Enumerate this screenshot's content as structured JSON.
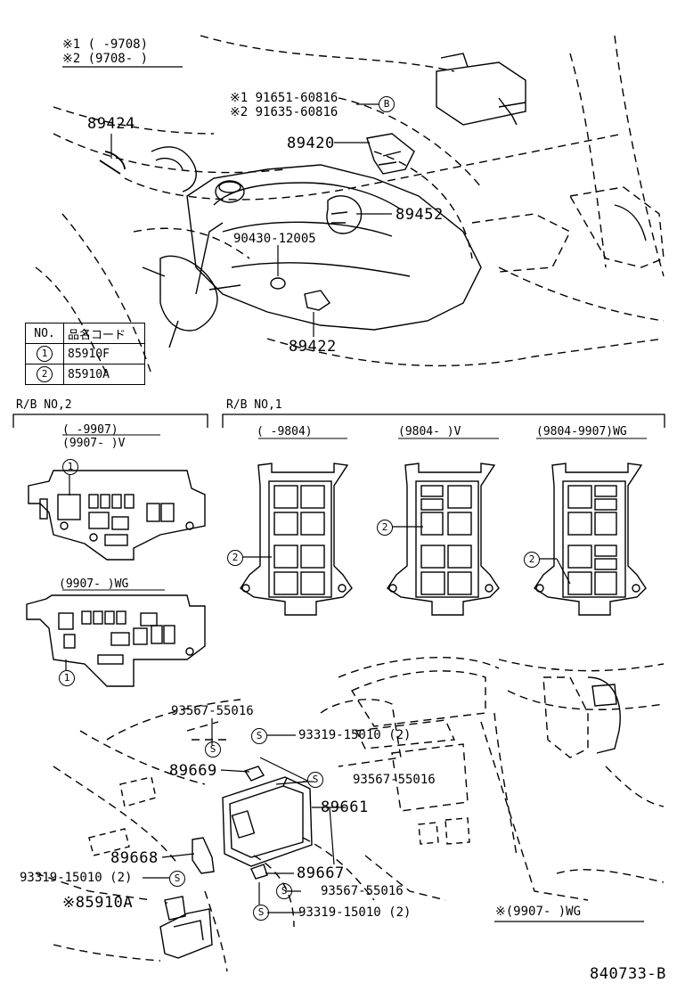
{
  "top_notes": {
    "note1": "※1 (    -9708)",
    "note2": "※2 (9708-    )"
  },
  "parts": {
    "p89424": "89424",
    "p89420_alt1": "※1 91651-60816",
    "p89420_alt2": "※2 91635-60816",
    "p89420": "89420",
    "p89452": "89452",
    "p90430": "90430-12005",
    "p89422": "89422",
    "marker_b": "B"
  },
  "legend": {
    "col_no": "NO.",
    "col_code": "品名コード",
    "rows": [
      {
        "no": "1",
        "code": "85910F"
      },
      {
        "no": "2",
        "code": "85910A"
      }
    ]
  },
  "rb2": {
    "header": "R/B NO,2",
    "panel1_line1": "(    -9907)",
    "panel1_line2": "(9907-    )V",
    "panel2_label": "(9907-    )WG",
    "callout1": "1"
  },
  "rb1": {
    "header": "R/B NO,1",
    "panel_a": "(    -9804)",
    "panel_b": "(9804-    )V",
    "panel_c": "(9804-9907)WG",
    "callout2": "2"
  },
  "lower": {
    "l93567a": "93567-55016",
    "l93319a": "93319-15010 (2)",
    "l89669": "89669",
    "l93567b": "93567-55016",
    "l89661": "89661",
    "l89668": "89668",
    "l89667": "89667",
    "l93319b": "93319-15010 (2)",
    "l93567c": "93567-55016",
    "l85910a": "※85910A",
    "l93319c": "93319-15010 (2)",
    "marker_s": "S",
    "note": "※(9907-    )WG"
  },
  "footer": {
    "code": "840733-B"
  }
}
